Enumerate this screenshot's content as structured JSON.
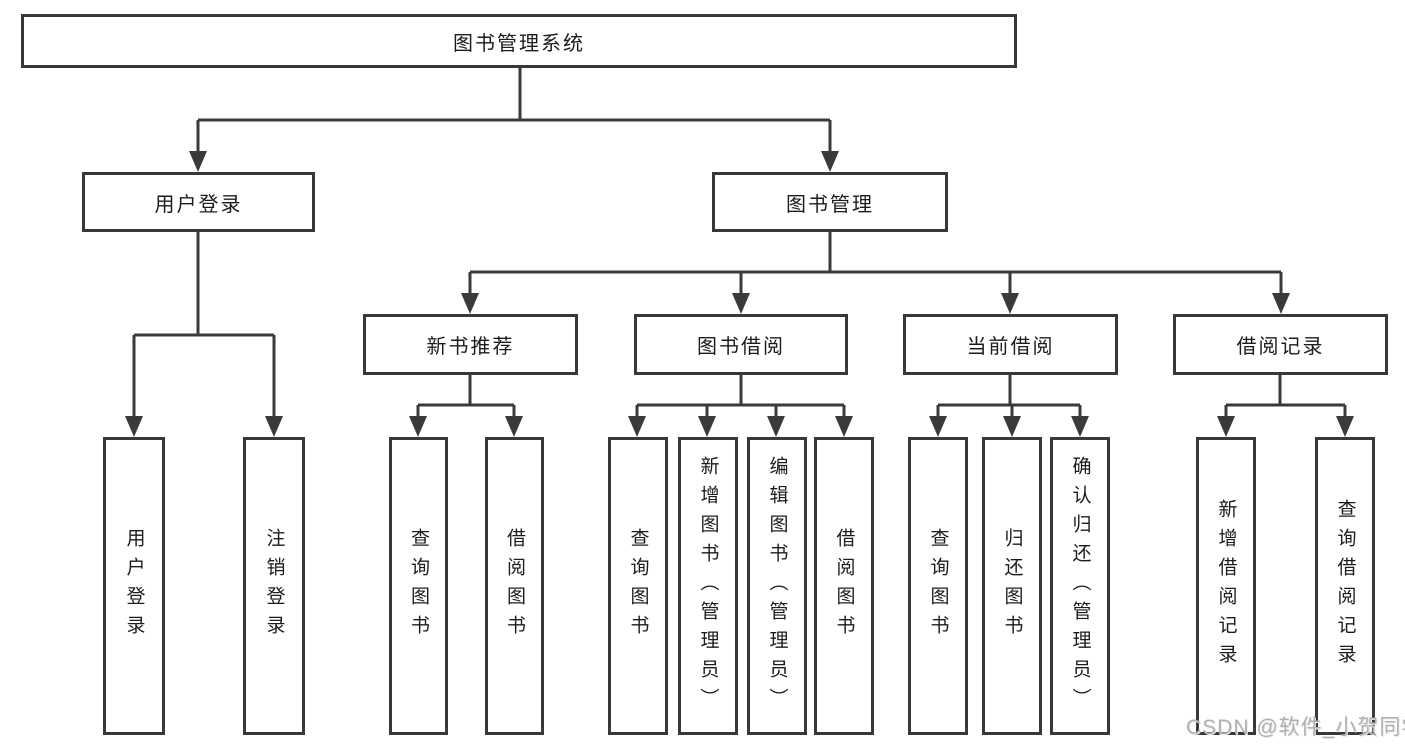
{
  "diagram": {
    "title": "图书管理系统",
    "level2": [
      {
        "label": "用户登录",
        "children": [
          "用户登录",
          "注销登录"
        ]
      },
      {
        "label": "图书管理",
        "children": [
          {
            "label": "新书推荐",
            "children": [
              "查询图书",
              "借阅图书"
            ]
          },
          {
            "label": "图书借阅",
            "children": [
              "查询图书",
              "新增图书（管理员）",
              "编辑图书（管理员）",
              "借阅图书"
            ]
          },
          {
            "label": "当前借阅",
            "children": [
              "查询图书",
              "归还图书",
              "确认归还（管理员）"
            ]
          },
          {
            "label": "借阅记录",
            "children": [
              "新增借阅记录",
              "查询借阅记录"
            ]
          }
        ]
      }
    ]
  },
  "watermark": "CSDN @软件_小贺同学",
  "colors": {
    "line": "#3a3a3a",
    "box_border": "#383838",
    "box_fill": "#ffffff",
    "text": "#1c1c1c",
    "watermark": "#b0b0b0",
    "background": "#ffffff"
  }
}
